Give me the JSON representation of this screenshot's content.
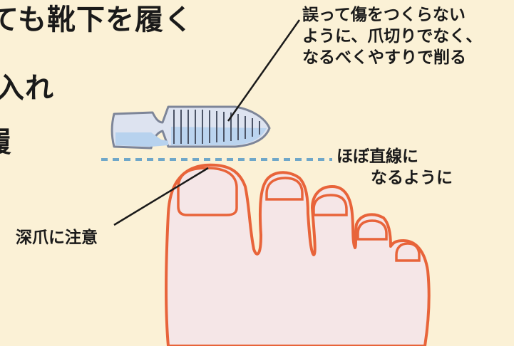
{
  "heading": {
    "line1": "ても靴下を履く",
    "line2": "入れ",
    "line3": "履"
  },
  "callouts": {
    "file_advice": [
      "誤って傷をつくらない",
      "ように、爪切りでなく、",
      "なるべくやすりで削る"
    ],
    "straight_line": [
      "ほぼ直線に",
      "なるように"
    ],
    "deep_nail": "深爪に注意"
  },
  "colors": {
    "background": "#fbf1d6",
    "foot_fill": "#f5e6e7",
    "foot_outline": "#e8643a",
    "file_body": "#dde3f0",
    "file_blue": "#b7d2ee",
    "dashed_guide": "#6fa7c9",
    "text": "#1a1a1a"
  },
  "icons": [
    "nail-file-icon",
    "foot-illustration"
  ]
}
